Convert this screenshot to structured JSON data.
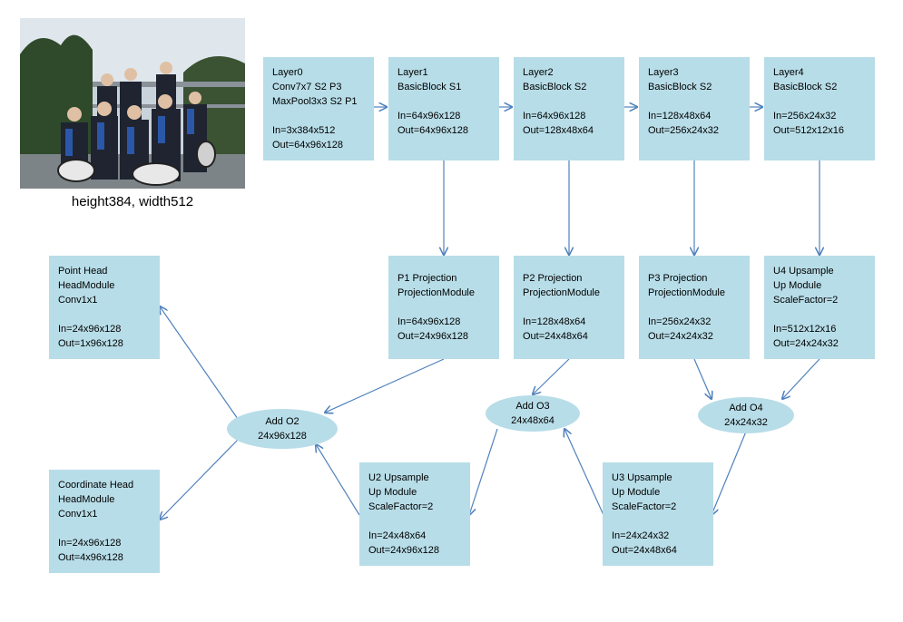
{
  "image_caption": "height384, width512",
  "boxes": {
    "layer0": [
      "Layer0",
      "Conv7x7 S2 P3",
      "MaxPool3x3 S2 P1",
      "",
      "In=3x384x512",
      "Out=64x96x128"
    ],
    "layer1": [
      "Layer1",
      "BasicBlock S1",
      "",
      "In=64x96x128",
      "Out=64x96x128"
    ],
    "layer2": [
      "Layer2",
      "BasicBlock S2",
      "",
      "In=64x96x128",
      "Out=128x48x64"
    ],
    "layer3": [
      "Layer3",
      "BasicBlock S2",
      "",
      "In=128x48x64",
      "Out=256x24x32"
    ],
    "layer4": [
      "Layer4",
      "BasicBlock S2",
      "",
      "In=256x24x32",
      "Out=512x12x16"
    ],
    "p1": [
      "P1 Projection",
      "ProjectionModule",
      "",
      "In=64x96x128",
      "Out=24x96x128"
    ],
    "p2": [
      "P2 Projection",
      "ProjectionModule",
      "",
      "In=128x48x64",
      "Out=24x48x64"
    ],
    "p3": [
      "P3 Projection",
      "ProjectionModule",
      "",
      "In=256x24x32",
      "Out=24x24x32"
    ],
    "u4": [
      "U4 Upsample",
      "Up Module",
      "ScaleFactor=2",
      "",
      "In=512x12x16",
      "Out=24x24x32"
    ],
    "point_head": [
      "Point Head",
      "HeadModule",
      "Conv1x1",
      "",
      "In=24x96x128",
      "Out=1x96x128"
    ],
    "coord_head": [
      "Coordinate Head",
      "HeadModule",
      "Conv1x1",
      "",
      "In=24x96x128",
      "Out=4x96x128"
    ],
    "u2": [
      "U2 Upsample",
      "Up Module",
      "ScaleFactor=2",
      "",
      "In=24x48x64",
      "Out=24x96x128"
    ],
    "u3": [
      "U3 Upsample",
      "Up Module",
      "ScaleFactor=2",
      "",
      "In=24x24x32",
      "Out=24x48x64"
    ]
  },
  "adds": {
    "o2": [
      "Add O2",
      "24x96x128"
    ],
    "o3": [
      "Add O3",
      "24x48x64"
    ],
    "o4": [
      "Add O4",
      "24x24x32"
    ]
  },
  "colors": {
    "box_fill": "#b7dde8",
    "arrow": "#4f81bd"
  }
}
